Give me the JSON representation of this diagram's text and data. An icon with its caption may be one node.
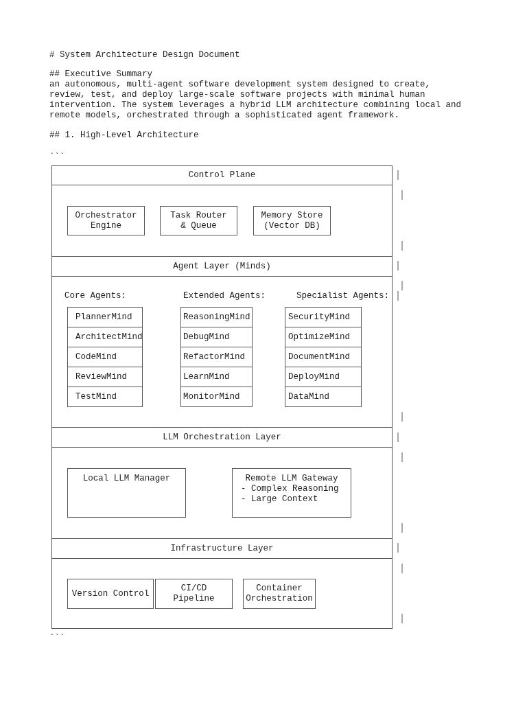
{
  "diagram": {
    "title": "# System Architecture Design Document",
    "nodes": [
      {
        "text": [
          "Control Plane"
        ]
      },
      {
        "text": [
          "Orchestrator Engine"
        ],
        "in": 0
      },
      {
        "text": [
          "Task Router & Queue"
        ],
        "in": 0
      },
      {
        "text": [
          "Memory Store (Vector DB)"
        ],
        "in": 0
      },
      {
        "text": [
          "Agent Layer (Minds)"
        ]
      },
      {
        "text": [
          "PlannerMind"
        ],
        "in": 4
      },
      {
        "text": [
          "ArchitectMind"
        ],
        "in": 4
      },
      {
        "text": [
          "CodeMind"
        ],
        "in": 4
      },
      {
        "text": [
          "ReviewMind"
        ],
        "in": 4
      },
      {
        "text": [
          "TestMind"
        ],
        "in": 4
      },
      {
        "text": [
          "ReasoningMind"
        ],
        "in": 4
      },
      {
        "text": [
          "DebugMind"
        ],
        "in": 4
      },
      {
        "text": [
          "RefactorMind"
        ],
        "in": 4
      },
      {
        "text": [
          "LearnMind"
        ],
        "in": 4
      },
      {
        "text": [
          "MonitorMind"
        ],
        "in": 4
      },
      {
        "text": [
          "SecurityMind"
        ],
        "in": 4
      },
      {
        "text": [
          "OptimizeMind"
        ],
        "in": 4
      },
      {
        "text": [
          "DocumentMind"
        ],
        "in": 4
      },
      {
        "text": [
          "DeployMind"
        ],
        "in": 4
      },
      {
        "text": [
          "DataMind"
        ],
        "in": 4
      },
      {
        "text": [
          "LLM Orchestration Layer"
        ]
      },
      {
        "text": [
          "Local LLM Manager"
        ],
        "in": 20
      },
      {
        "text": [
          "Remote LLM Gateway",
          "- Complex Reasoning",
          "- Large Context"
        ],
        "in": 20
      },
      {
        "text": [
          "Infrastructure Layer"
        ]
      },
      {
        "text": [
          "Version Control"
        ],
        "in": 23
      },
      {
        "text": [
          "CI/CD Pipeline"
        ],
        "in": 23
      },
      {
        "text": [
          "Container Orchestration"
        ],
        "in": 23
      }
    ],
    "labels": [
      "## Executive Summary",
      "an autonomous, multi-agent software development system designed to create, review, test, and deploy large-scale software projects with minimal human intervention. The system leverages a hybrid LLM architecture combining local and remote models, orchestrated through a sophisticated agent framework.",
      "## 1. High-Level Architecture",
      "```",
      "Core Agents:",
      "Extended Agents:",
      "Specialist Agents:",
      "```"
    ]
  }
}
